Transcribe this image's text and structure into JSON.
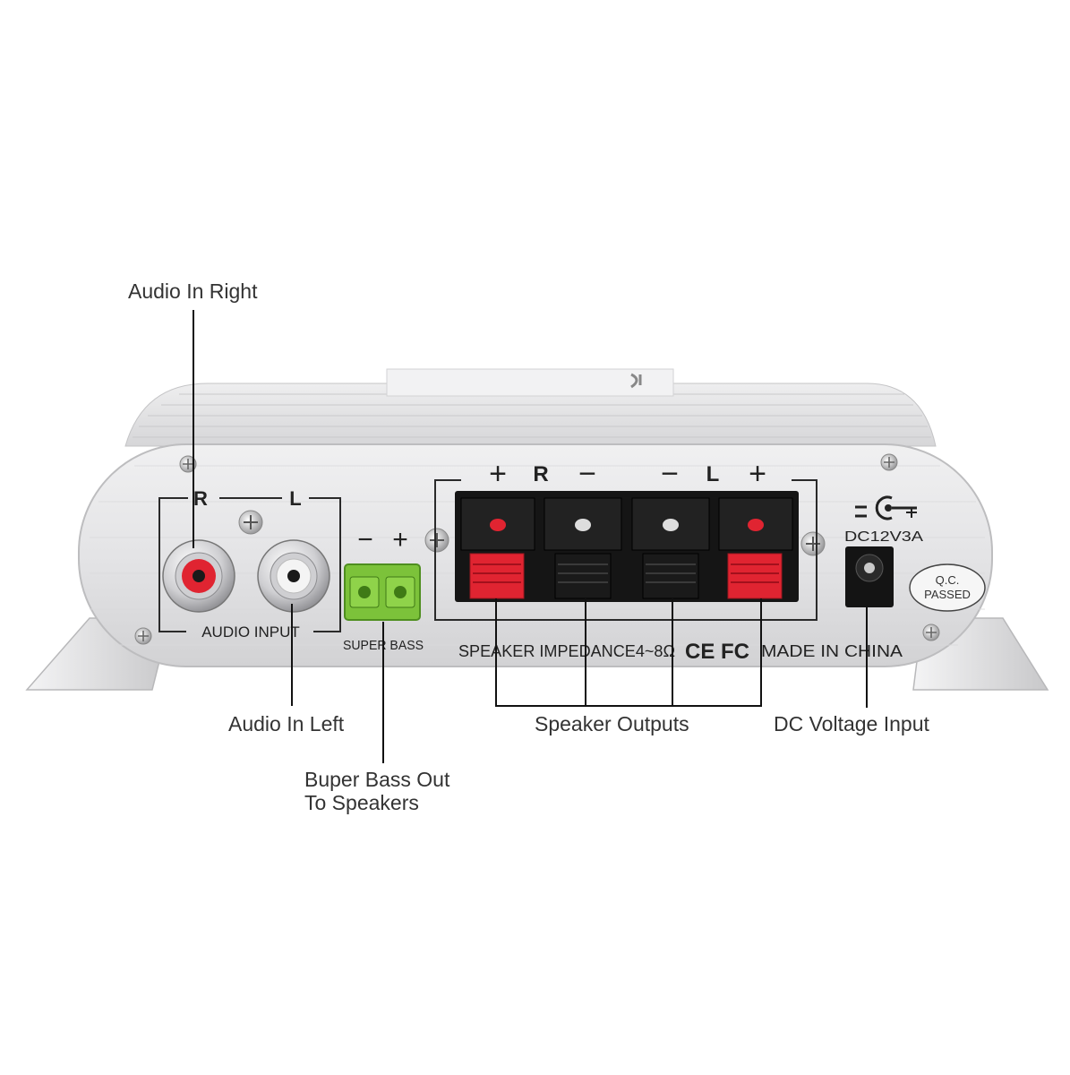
{
  "callouts": {
    "audio_in_right": "Audio In Right",
    "audio_in_left": "Audio In Left",
    "buper_bass_line1": "Buper Bass Out",
    "buper_bass_line2": "To Speakers",
    "speaker_outputs": "Speaker Outputs",
    "dc_voltage_input": "DC Voltage Input"
  },
  "panel": {
    "rca_r": "R",
    "rca_l": "L",
    "audio_input": "AUDIO INPUT",
    "bass_minus": "−",
    "bass_plus": "+",
    "super_bass": "SUPER BASS",
    "spk_plus_r": "+",
    "spk_r": "R",
    "spk_minus_r": "−",
    "spk_minus_l": "−",
    "spk_l": "L",
    "spk_plus_l": "+",
    "impedance": "SPEAKER IMPEDANCE4~8Ω",
    "ce_fc": "CE FC",
    "made_in": "MADE IN CHINA",
    "dc_rating": "DC12V3A",
    "qc_line1": "Q.C.",
    "qc_line2": "PASSED"
  },
  "colors": {
    "panel": "#e6e6e8",
    "body": "#dcdcde",
    "red_clip": "#e02431",
    "black_clip": "#151515",
    "green_terminal": "#7cc23a",
    "leader_line": "#111111"
  }
}
